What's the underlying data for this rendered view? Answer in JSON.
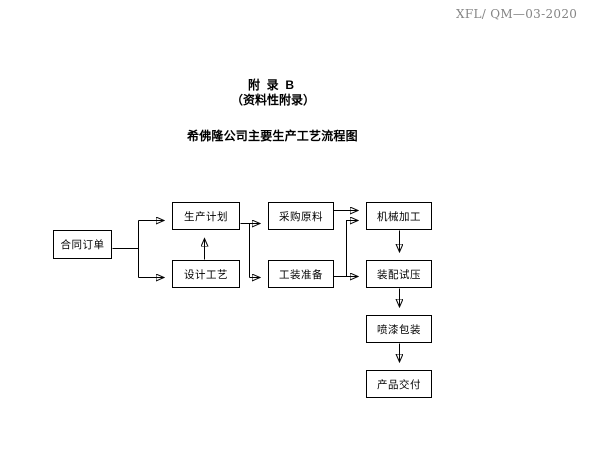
{
  "header": {
    "doc_code": "XFL/ QM—03-2020",
    "doc_code_color": "#858585"
  },
  "titles": {
    "appendix_label": "附  录  B",
    "appendix_note": "（资料性附录）",
    "chart_title": "希佛隆公司主要生产工艺流程图"
  },
  "flowchart": {
    "line_color": "#000000",
    "box_border_color": "#000000",
    "box_fill": "#ffffff",
    "nodes": [
      {
        "id": "contract-order",
        "label": "合同订单"
      },
      {
        "id": "production-plan",
        "label": "生产计划"
      },
      {
        "id": "design-process",
        "label": "设计工艺"
      },
      {
        "id": "material-procurement",
        "label": "采购原料"
      },
      {
        "id": "tooling-preparation",
        "label": "工装准备"
      },
      {
        "id": "machining",
        "label": "机械加工"
      },
      {
        "id": "assembly-pressure-test",
        "label": "装配试压"
      },
      {
        "id": "painting-packaging",
        "label": "喷漆包装"
      },
      {
        "id": "product-delivery",
        "label": "产品交付"
      }
    ],
    "edges": [
      {
        "from": "contract-order",
        "to": "production-plan"
      },
      {
        "from": "contract-order",
        "to": "design-process"
      },
      {
        "from": "design-process",
        "to": "production-plan"
      },
      {
        "from": "production-plan",
        "to": "material-procurement"
      },
      {
        "from": "production-plan",
        "to": "tooling-preparation"
      },
      {
        "from": "material-procurement",
        "to": "machining"
      },
      {
        "from": "tooling-preparation",
        "to": "machining"
      },
      {
        "from": "tooling-preparation",
        "to": "assembly-pressure-test"
      },
      {
        "from": "machining",
        "to": "assembly-pressure-test"
      },
      {
        "from": "assembly-pressure-test",
        "to": "painting-packaging"
      },
      {
        "from": "painting-packaging",
        "to": "product-delivery"
      }
    ]
  }
}
